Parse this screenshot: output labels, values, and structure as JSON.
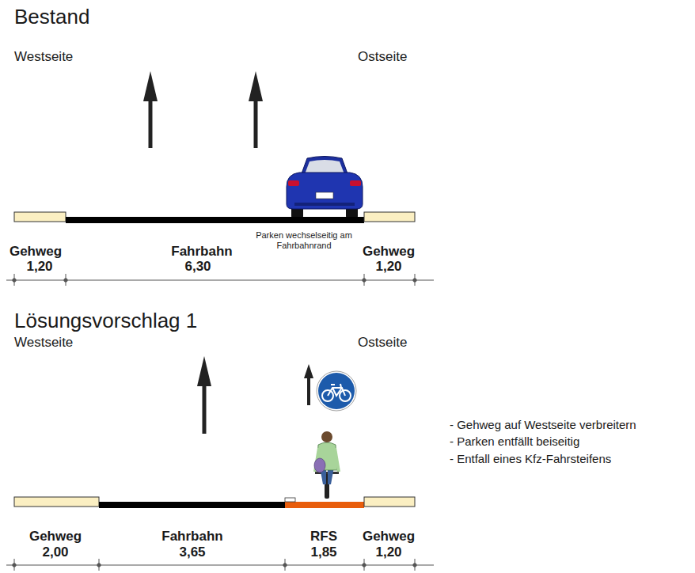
{
  "diagram": {
    "labels": [
      "Bestand",
      "Westseite",
      "Ostseite",
      "Parken wechselseitig am Fahrbahnrand",
      "Gehweg",
      "1,20",
      "Fahrbahn",
      "6,30",
      "Gehweg",
      "1,20",
      "Lösungsvorschlag 1",
      "Westseite",
      "Ostseite",
      "- Gehweg auf Westseite verbreitern",
      "- Parken entfällt beiseitig",
      "- Entfall eines Kfz-Fahrsteifens",
      "Gehweg",
      "2,00",
      "Fahrbahn",
      "3,65",
      "RFS",
      "1,85",
      "Gehweg",
      "1,20"
    ]
  }
}
